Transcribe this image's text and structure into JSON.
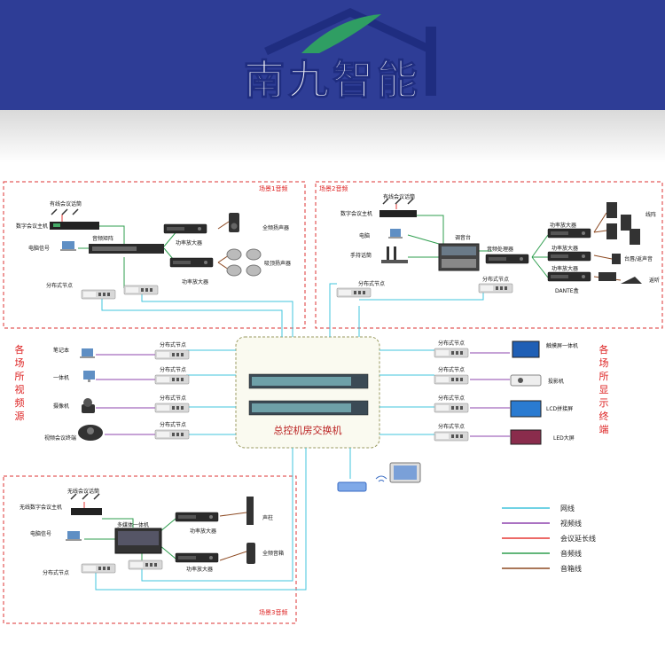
{
  "header": {
    "brand": "南九智能"
  },
  "center": {
    "label": "总控机房交换机"
  },
  "side_labels": {
    "left": "各场所视频源",
    "right": "各场所显示终端"
  },
  "scene1": {
    "title": "场景1音频",
    "labels": {
      "mic": "有线会议话筒",
      "host": "数字会议主机",
      "pc": "电脑信号",
      "matrix": "音频矩阵",
      "amp": "功率放大器",
      "amp2": "功率放大器",
      "fullrange": "全频扬声器",
      "ceiling": "吸顶扬声器",
      "node": "分布式节点"
    }
  },
  "scene2": {
    "title": "场景2音频",
    "labels": {
      "mic": "有线会议话筒",
      "host": "数字会议主机",
      "pc": "电脑",
      "handmic": "手持话筒",
      "mixer": "调音台",
      "processor": "音频处理器",
      "amp1": "功率放大器",
      "amp2": "功率放大器",
      "amp3": "功率放大器",
      "linearray": "线阵",
      "stage": "台唇/返声音",
      "monitor": "返听",
      "dante": "DANTE盒",
      "node1": "分布式节点",
      "node2": "分布式节点"
    }
  },
  "scene3": {
    "title": "场景3音频",
    "labels": {
      "mic": "无线会议话筒",
      "host": "无线数字会议主机",
      "pc": "电脑信号",
      "aio": "多媒体一体机",
      "amp1": "功率放大器",
      "amp2": "功率放大器",
      "column": "声柱",
      "fullrange": "全频音箱",
      "node": "分布式节点"
    }
  },
  "sources": [
    {
      "device": "笔记本",
      "node": "分布式节点"
    },
    {
      "device": "一体机",
      "node": "分布式节点"
    },
    {
      "device": "摄像机",
      "node": "分布式节点"
    },
    {
      "device": "视频会议终端",
      "node": "分布式节点"
    }
  ],
  "displays": [
    {
      "device": "触摸屏一体机",
      "node": "分布式节点"
    },
    {
      "device": "投影机",
      "node": "分布式节点"
    },
    {
      "device": "LCD拼接屏",
      "node": "分布式节点"
    },
    {
      "device": "LED大屏",
      "node": "分布式节点"
    }
  ],
  "legend": [
    {
      "label": "网线",
      "color": "#41c4dc"
    },
    {
      "label": "视频线",
      "color": "#8e44ad"
    },
    {
      "label": "会议延长线",
      "color": "#e53935"
    },
    {
      "label": "音频线",
      "color": "#2e9e4e"
    },
    {
      "label": "音箱线",
      "color": "#8d4a22"
    }
  ]
}
